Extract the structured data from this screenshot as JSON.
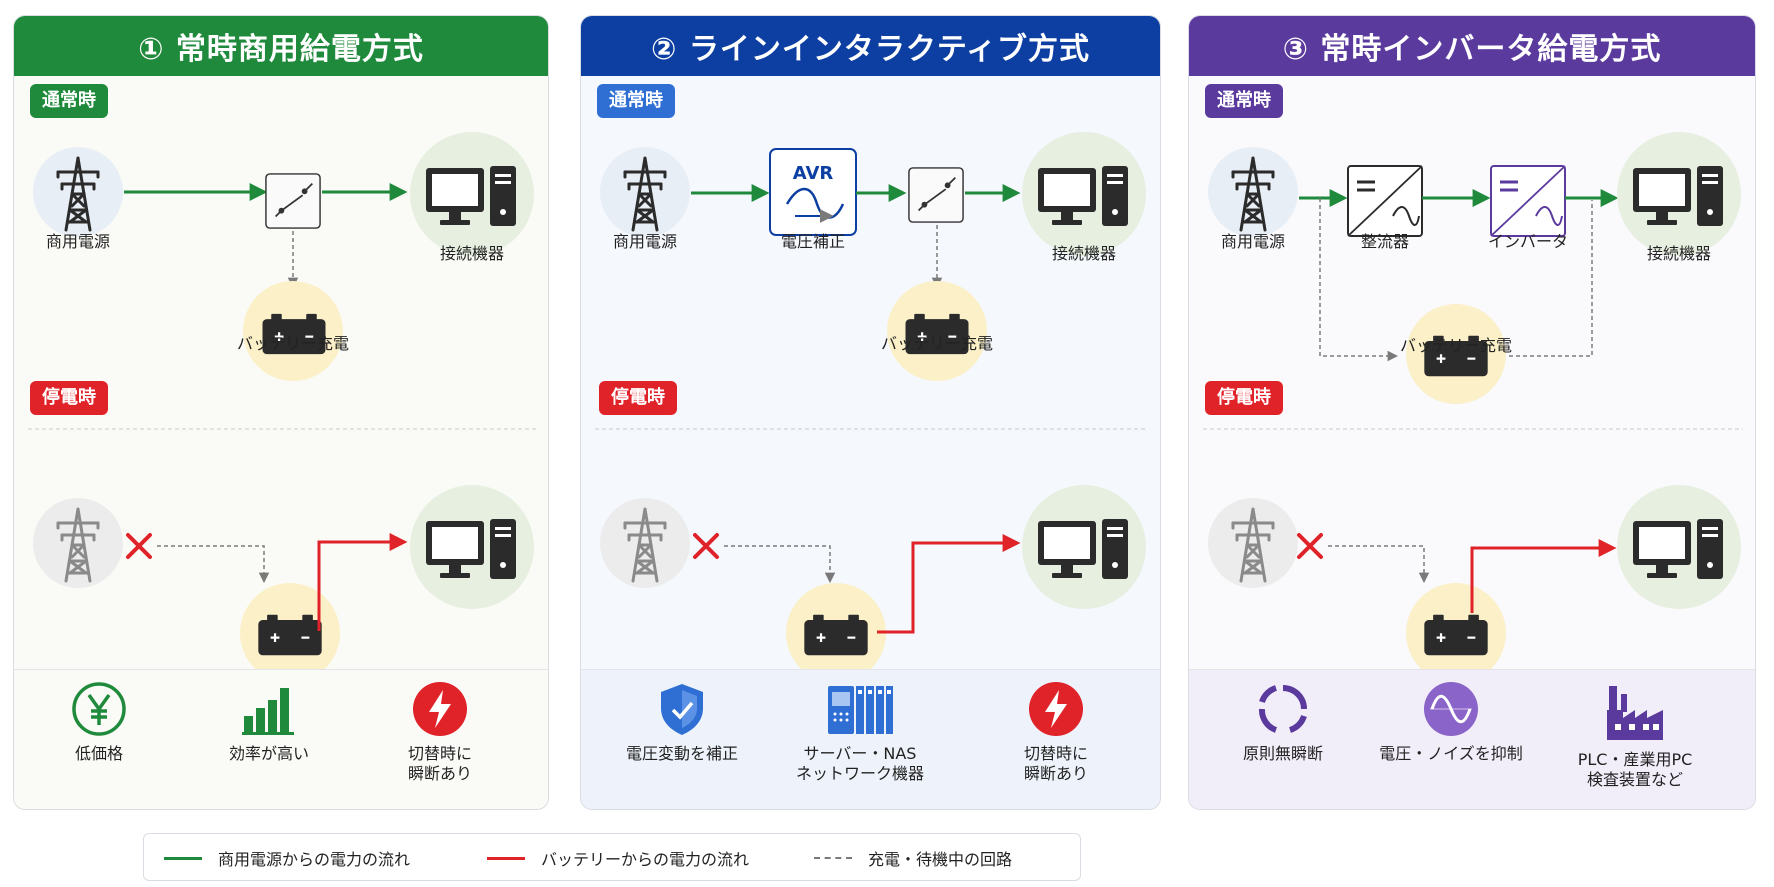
{
  "colors": {
    "green": "#1f8a3b",
    "blue": "#0d3fa3",
    "purple": "#5b3a9e",
    "red": "#e02229",
    "gray": "#7a7a7a"
  },
  "panels": [
    {
      "title": "① 常時商用給電方式",
      "normal_badge": "通常時",
      "outage_badge": "停電時",
      "labels": {
        "source": "商用電源",
        "device": "接続機器",
        "battery": "バッテリー充電"
      },
      "features": [
        {
          "icon": "yen-icon",
          "text": "低価格"
        },
        {
          "icon": "efficiency-bars-icon",
          "text": "効率が高い"
        },
        {
          "icon": "lightning-icon",
          "text": "切替時に\n瞬断あり"
        }
      ]
    },
    {
      "title": "② ラインインタラクティブ方式",
      "normal_badge": "通常時",
      "outage_badge": "停電時",
      "labels": {
        "source": "商用電源",
        "avr": "電圧補正",
        "avr_box": "AVR",
        "device": "接続機器",
        "battery": "バッテリー充電"
      },
      "features": [
        {
          "icon": "shield-icon",
          "text": "電圧変動を補正"
        },
        {
          "icon": "server-icon",
          "text": "サーバー・NAS\nネットワーク機器"
        },
        {
          "icon": "lightning-icon",
          "text": "切替時に\n瞬断あり"
        }
      ]
    },
    {
      "title": "③ 常時インバータ給電方式",
      "normal_badge": "通常時",
      "outage_badge": "停電時",
      "labels": {
        "source": "商用電源",
        "rectifier": "整流器",
        "inverter": "インバータ",
        "device": "接続機器",
        "battery": "バッテリー充電"
      },
      "features": [
        {
          "icon": "circular-arrows-icon",
          "text": "原則無瞬断"
        },
        {
          "icon": "sine-wave-icon",
          "text": "電圧・ノイズを抑制"
        },
        {
          "icon": "factory-icon",
          "text": "PLC・産業用PC\n検査装置など"
        }
      ]
    }
  ],
  "legend": {
    "green": "商用電源からの電力の流れ",
    "red": "バッテリーからの電力の流れ",
    "dashed": "充電・待機中の回路"
  }
}
